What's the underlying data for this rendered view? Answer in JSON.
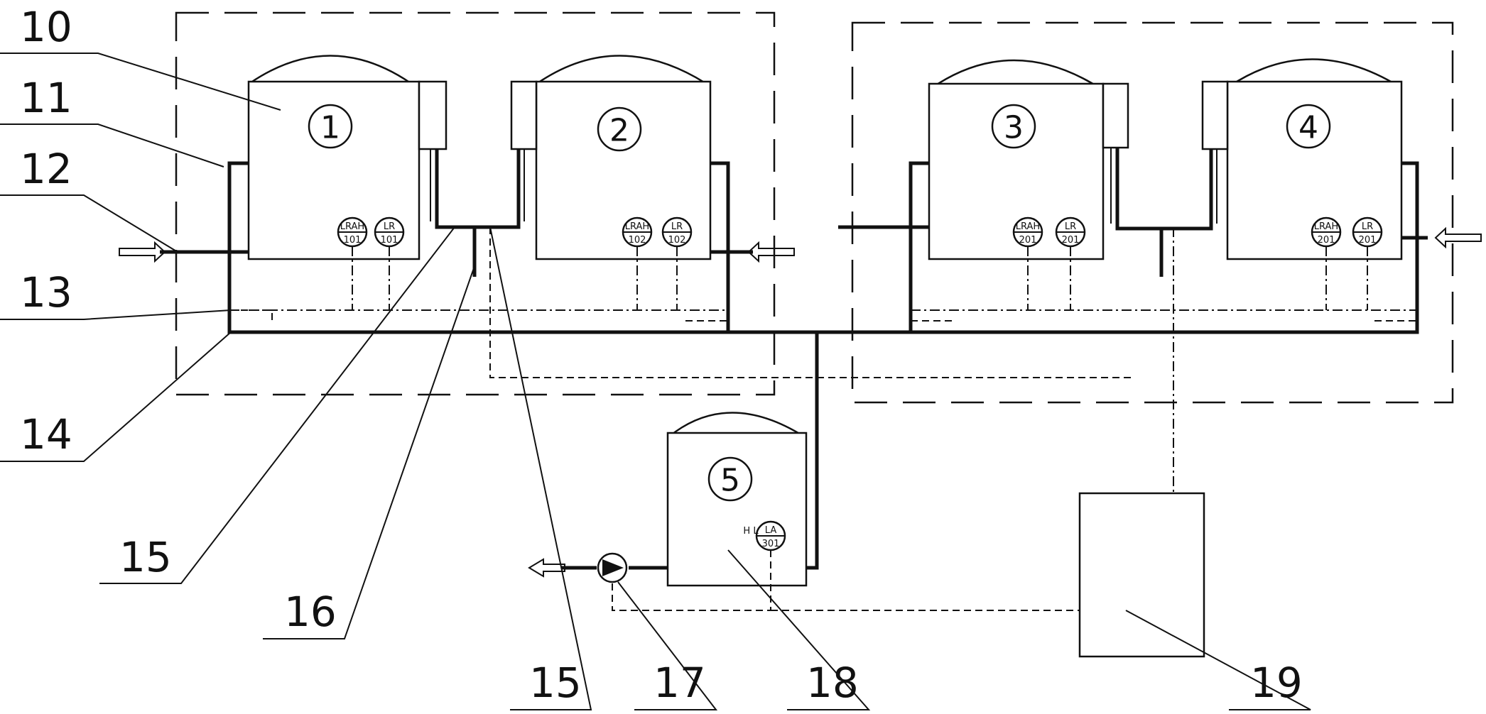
{
  "callouts": [
    "10",
    "11",
    "12",
    "13",
    "14",
    "15",
    "16",
    "15",
    "17",
    "18",
    "19"
  ],
  "tanks": [
    "1",
    "2",
    "3",
    "4",
    "5"
  ],
  "instruments": {
    "t1": {
      "a_top": "LRAH",
      "a_bot": "101",
      "b_top": "LR",
      "b_bot": "101"
    },
    "t2": {
      "a_top": "LRAH",
      "a_bot": "102",
      "b_top": "LR",
      "b_bot": "102"
    },
    "t3": {
      "a_top": "LRAH",
      "a_bot": "201",
      "b_top": "LR",
      "b_bot": "201"
    },
    "t4": {
      "a_top": "LRAH",
      "a_bot": "201",
      "b_top": "LR",
      "b_bot": "201"
    },
    "t5": {
      "hl": "H L",
      "top": "LA",
      "bot": "301"
    }
  }
}
